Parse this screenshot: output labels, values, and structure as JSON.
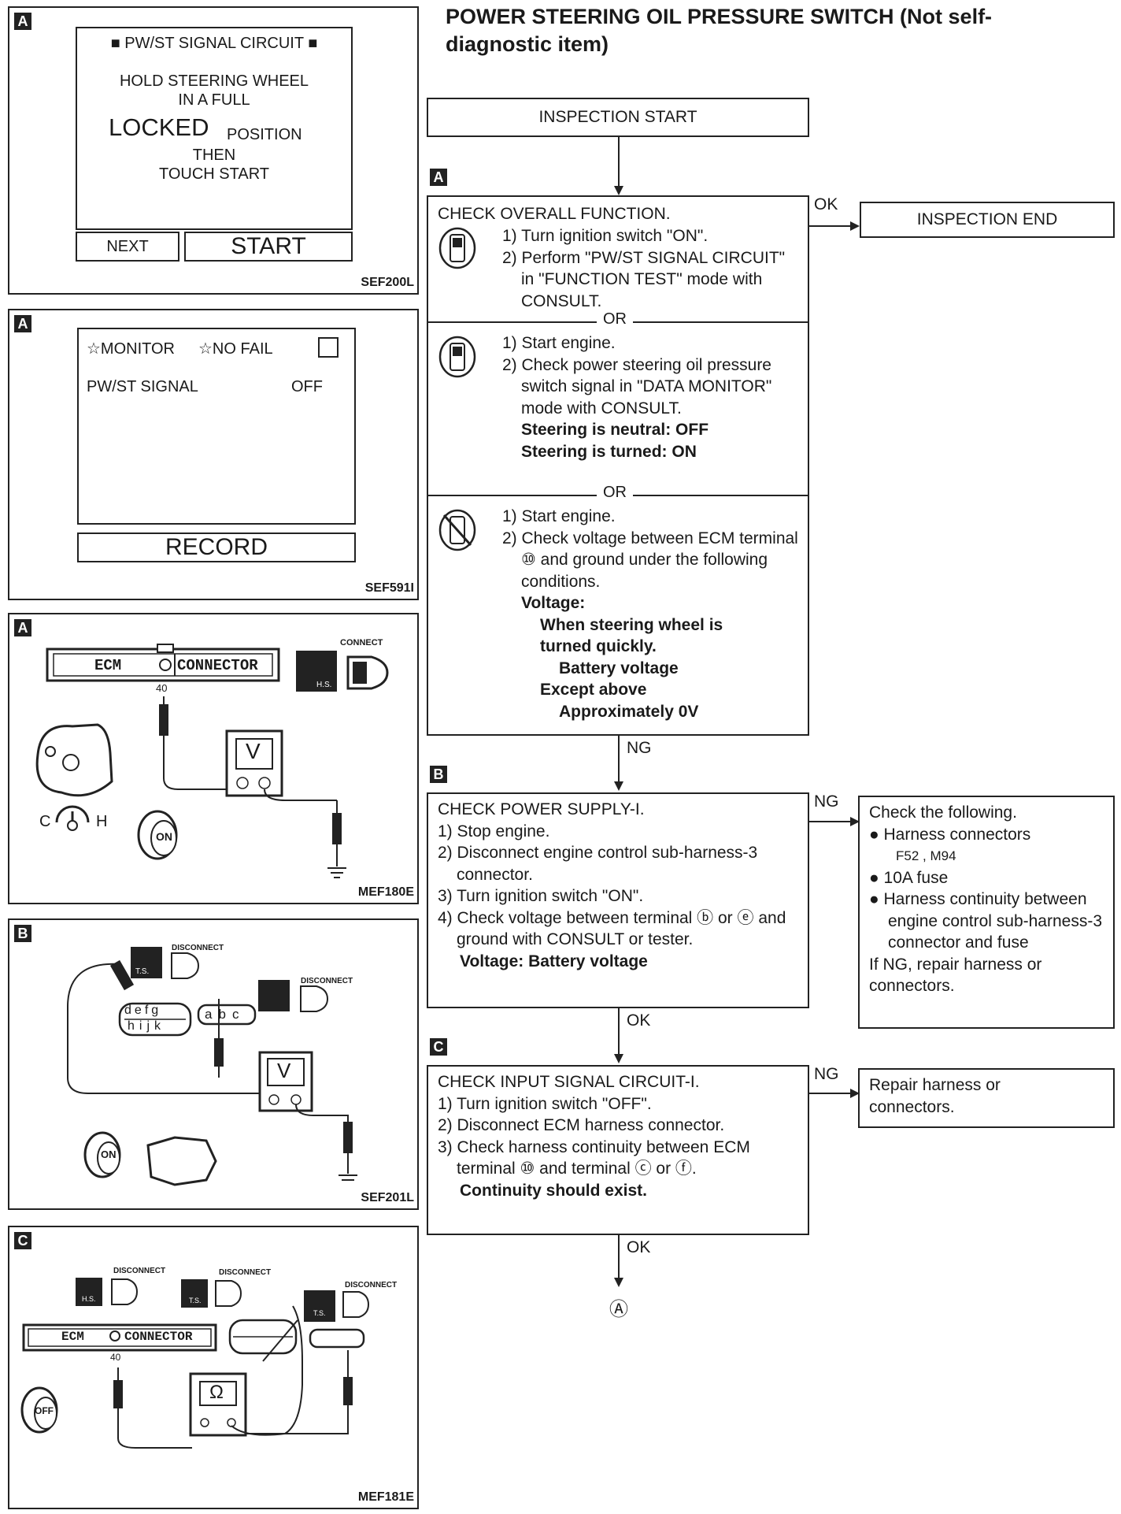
{
  "title": "POWER STEERING OIL PRESSURE SWITCH (Not self-diagnostic item)",
  "title_line1": "POWER STEERING OIL PRESSURE SWITCH (Not self-",
  "title_line2": "diagnostic item)",
  "panels": {
    "p1": {
      "tag": "A",
      "header": "■ PW/ST SIGNAL CIRCUIT ■",
      "line1": "HOLD STEERING WHEEL",
      "line2": "IN A FULL",
      "locked": "LOCKED",
      "position": "POSITION",
      "then": "THEN",
      "touch": "TOUCH START",
      "next": "NEXT",
      "start": "START",
      "code": "SEF200L"
    },
    "p2": {
      "tag": "A",
      "monitor": "☆MONITOR",
      "nofail": "☆NO FAIL",
      "signal": "PW/ST SIGNAL",
      "value": "OFF",
      "record": "RECORD",
      "code": "SEF591I"
    },
    "p3": {
      "tag": "A",
      "ecm": "ECM",
      "connector": "CONNECTOR",
      "pin": "40",
      "hs": "H.S.",
      "connect": "CONNECT",
      "meter": "V",
      "c": "C",
      "h": "H",
      "on": "ON",
      "code": "MEF180E"
    },
    "p4": {
      "tag": "B",
      "disconnect1": "DISCONNECT",
      "disconnect2": "DISCONNECT",
      "ts": "T.S.",
      "conn_a": [
        "a",
        "b",
        "c"
      ],
      "conn_b_top": [
        "d",
        "e",
        "f",
        "g"
      ],
      "conn_b_bottom": [
        "h",
        "i",
        "j",
        "k"
      ],
      "meter": "V",
      "on": "ON",
      "code": "SEF201L"
    },
    "p5": {
      "tag": "C",
      "disconnect": "DISCONNECT",
      "hs": "H.S.",
      "ts": "T.S.",
      "ecm": "ECM",
      "connector": "CONNECTOR",
      "pin": "40",
      "meter": "Ω",
      "off": "OFF",
      "code": "MEF181E"
    }
  },
  "flow": {
    "start": "INSPECTION START",
    "end": "INSPECTION END",
    "tagA": "A",
    "tagB": "B",
    "tagC": "C",
    "ok": "OK",
    "ng": "NG",
    "or": "OR",
    "stepA": {
      "title": "CHECK OVERALL FUNCTION.",
      "m1_1": "1) Turn ignition switch \"ON\".",
      "m1_2": "2) Perform \"PW/ST SIGNAL CIRCUIT\" in \"FUNCTION TEST\" mode with CONSULT.",
      "m2_1": "1) Start engine.",
      "m2_2": "2) Check power steering oil pressure switch signal in \"DATA MONITOR\" mode with CONSULT.",
      "m2_3": "Steering is neutral: OFF",
      "m2_4": "Steering is turned: ON",
      "m3_1": "1) Start engine.",
      "m3_2": "2) Check voltage between ECM terminal ⑩ and ground under the following conditions.",
      "m3_3": "Voltage:",
      "m3_4": "When steering wheel is turned quickly.",
      "m3_5": "Battery voltage",
      "m3_6": "Except above",
      "m3_7": "Approximately 0V"
    },
    "stepB": {
      "title": "CHECK POWER SUPPLY-I.",
      "s1": "1) Stop engine.",
      "s2": "2) Disconnect engine control sub-harness-3 connector.",
      "s3": "3) Turn ignition switch \"ON\".",
      "s4": "4) Check voltage between terminal ⓑ or ⓔ and ground with CONSULT or tester.",
      "s5": "Voltage: Battery voltage",
      "side_title": "Check the following.",
      "side1": "● Harness connectors",
      "side1b": "F52 , M94",
      "side2": "● 10A fuse",
      "side3": "● Harness continuity between engine control sub-harness-3 connector and fuse",
      "side4": "If NG, repair harness or connectors."
    },
    "stepC": {
      "title": "CHECK INPUT SIGNAL CIRCUIT-I.",
      "s1": "1) Turn ignition switch \"OFF\".",
      "s2": "2) Disconnect ECM harness connector.",
      "s3": "3) Check harness continuity between ECM terminal ⑩ and terminal ⓒ or ⓕ.",
      "s4": "Continuity should exist.",
      "side": "Repair harness or connectors."
    },
    "continue": "Ⓐ"
  }
}
